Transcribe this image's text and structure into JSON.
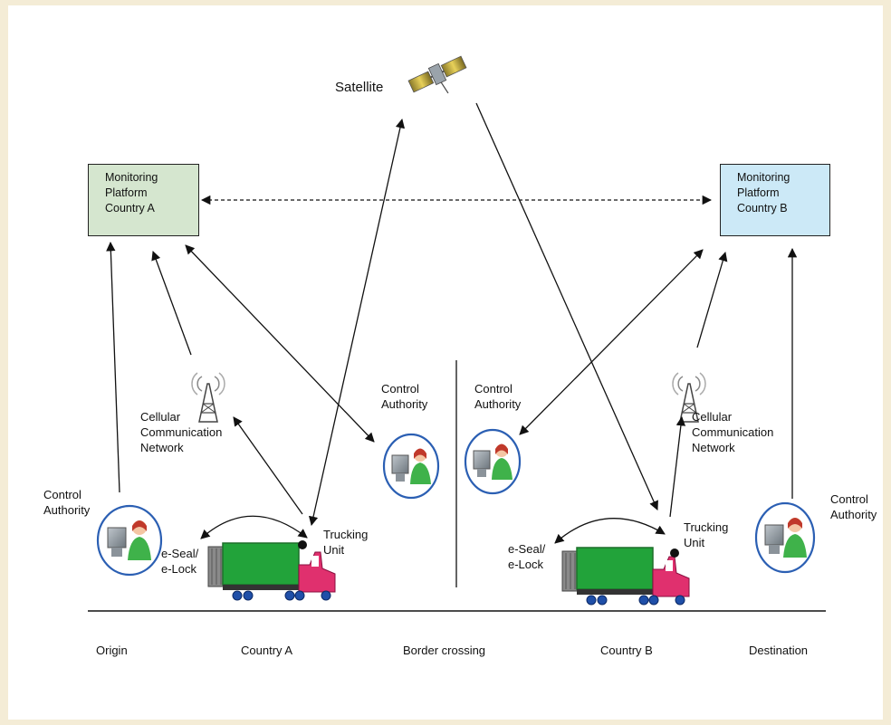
{
  "satellite": {
    "label": "Satellite",
    "icon": "satellite-icon"
  },
  "platforms": {
    "a": {
      "label": "Monitoring\nPlatform\nCountry A",
      "fill": "#d5e6cf"
    },
    "b": {
      "label": "Monitoring\nPlatform\nCountry B",
      "fill": "#cce9f7"
    }
  },
  "cellular": {
    "left": "Cellular\nCommunication\nNetwork",
    "right": "Cellular\nCommunication\nNetwork",
    "icon": "cell-tower-icon"
  },
  "control_authority": {
    "origin": "Control\nAuthority",
    "border_a": "Control\nAuthority",
    "border_b": "Control\nAuthority",
    "destination": "Control\nAuthority",
    "icon": "officer-at-computer-icon"
  },
  "trucks": {
    "a": {
      "unit": "Trucking\nUnit",
      "seal": "e-Seal/\ne-Lock"
    },
    "b": {
      "unit": "Trucking\nUnit",
      "seal": "e-Seal/\ne-Lock"
    },
    "icon": "truck-icon",
    "body_color": "#22a33a",
    "cab_color": "#e0306e"
  },
  "stages": [
    "Origin",
    "Country A",
    "Border crossing",
    "Country B",
    "Destination"
  ]
}
